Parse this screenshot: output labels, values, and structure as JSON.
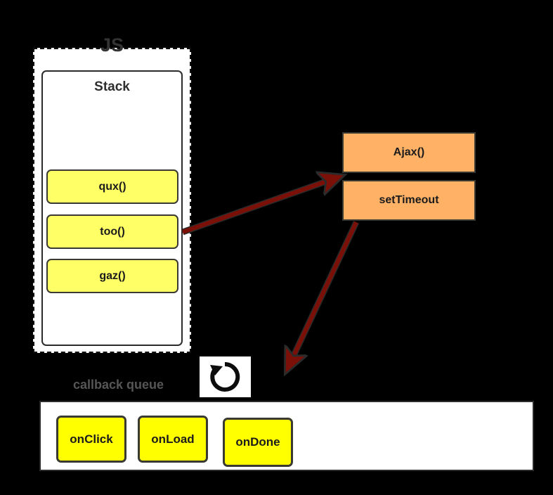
{
  "diagram": {
    "title": "JS",
    "background_color": "#000000"
  },
  "runtime": {
    "label": "JS",
    "stack": {
      "title": "Stack",
      "frame_color": "#ffff66",
      "frames": [
        {
          "label": "qux()"
        },
        {
          "label": "too()"
        },
        {
          "label": "gaz()"
        }
      ]
    }
  },
  "web_apis": {
    "box_color": "#ffb166",
    "items": [
      {
        "label": "Ajax()"
      },
      {
        "label": "setTimeout"
      }
    ]
  },
  "event_loop": {
    "icon": "refresh-loop-icon"
  },
  "queue": {
    "label": "callback queue",
    "label_color": "#565656",
    "callback_color": "#ffff00",
    "callbacks": [
      {
        "label": "onClick"
      },
      {
        "label": "onLoad"
      },
      {
        "label": "onDone"
      }
    ]
  },
  "arrows": {
    "color": "#7a1008",
    "items": [
      {
        "name": "stack-to-webapi-arrow",
        "from": "too()",
        "to": "Ajax()/setTimeout"
      },
      {
        "name": "webapi-to-queue-arrow",
        "from": "setTimeout",
        "to": "callback queue"
      }
    ]
  }
}
